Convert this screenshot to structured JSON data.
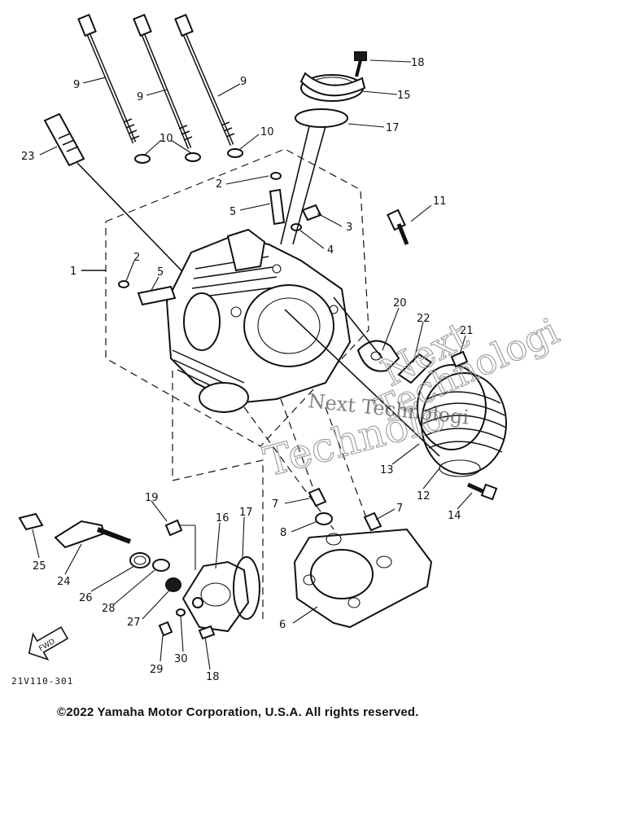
{
  "diagram": {
    "callouts": [
      {
        "id": "c18a",
        "text": "18"
      },
      {
        "id": "c15",
        "text": "15"
      },
      {
        "id": "c17a",
        "text": "17"
      },
      {
        "id": "c9a",
        "text": "9"
      },
      {
        "id": "c9b",
        "text": "9"
      },
      {
        "id": "c9c",
        "text": "9"
      },
      {
        "id": "c10a",
        "text": "10"
      },
      {
        "id": "c10b",
        "text": "10"
      },
      {
        "id": "c23",
        "text": "23"
      },
      {
        "id": "c2a",
        "text": "2"
      },
      {
        "id": "c5a",
        "text": "5"
      },
      {
        "id": "c3",
        "text": "3"
      },
      {
        "id": "c4",
        "text": "4"
      },
      {
        "id": "c11",
        "text": "11"
      },
      {
        "id": "c1",
        "text": "1"
      },
      {
        "id": "c2b",
        "text": "2"
      },
      {
        "id": "c5b",
        "text": "5"
      },
      {
        "id": "c20",
        "text": "20"
      },
      {
        "id": "c22",
        "text": "22"
      },
      {
        "id": "c21",
        "text": "21"
      },
      {
        "id": "c13",
        "text": "13"
      },
      {
        "id": "c12",
        "text": "12"
      },
      {
        "id": "c14",
        "text": "14"
      },
      {
        "id": "c7a",
        "text": "7"
      },
      {
        "id": "c7b",
        "text": "7"
      },
      {
        "id": "c8",
        "text": "8"
      },
      {
        "id": "c6",
        "text": "6"
      },
      {
        "id": "c19",
        "text": "19"
      },
      {
        "id": "c16",
        "text": "16"
      },
      {
        "id": "c17b",
        "text": "17"
      },
      {
        "id": "c25",
        "text": "25"
      },
      {
        "id": "c24",
        "text": "24"
      },
      {
        "id": "c26",
        "text": "26"
      },
      {
        "id": "c28",
        "text": "28"
      },
      {
        "id": "c27",
        "text": "27"
      },
      {
        "id": "c29",
        "text": "29"
      },
      {
        "id": "c30",
        "text": "30"
      },
      {
        "id": "c18b",
        "text": "18"
      }
    ],
    "fwd_label": "FWD",
    "diagram_code": "21V110-301",
    "watermark": [
      "Next",
      "Technologi",
      "Technolo",
      "Next Technologi"
    ]
  },
  "footer": {
    "copyright": "©2022 Yamaha Motor Corporation, U.S.A. All rights reserved."
  }
}
